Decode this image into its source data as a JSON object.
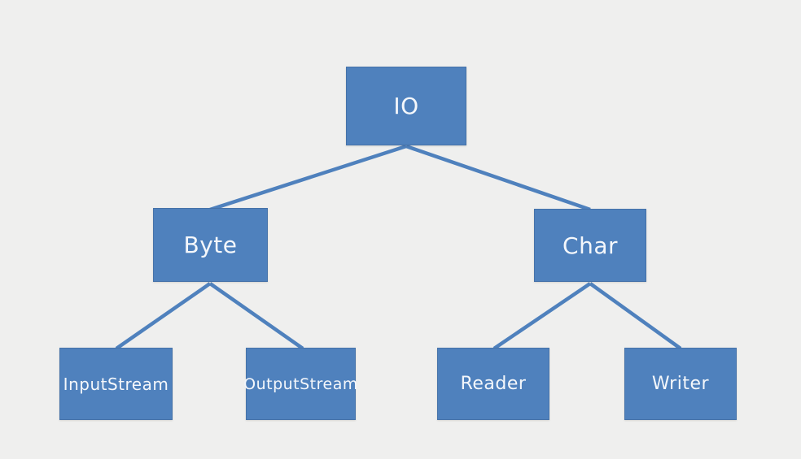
{
  "diagram": {
    "type": "tree-hierarchy",
    "background_color": "#efefee",
    "node_fill_color": "#4f81bd",
    "node_text_color": "#f4f7fb",
    "connector_color": "#4f81bd",
    "nodes": {
      "io": {
        "label": "IO"
      },
      "byte": {
        "label": "Byte"
      },
      "char": {
        "label": "Char"
      },
      "inputstream": {
        "label": "InputStream"
      },
      "outputstream": {
        "label": "OutputStream"
      },
      "reader": {
        "label": "Reader"
      },
      "writer": {
        "label": "Writer"
      }
    },
    "edges": [
      {
        "from": "IO",
        "to": "Byte"
      },
      {
        "from": "IO",
        "to": "Char"
      },
      {
        "from": "Byte",
        "to": "InputStream"
      },
      {
        "from": "Byte",
        "to": "OutputStream"
      },
      {
        "from": "Char",
        "to": "Reader"
      },
      {
        "from": "Char",
        "to": "Writer"
      }
    ]
  }
}
